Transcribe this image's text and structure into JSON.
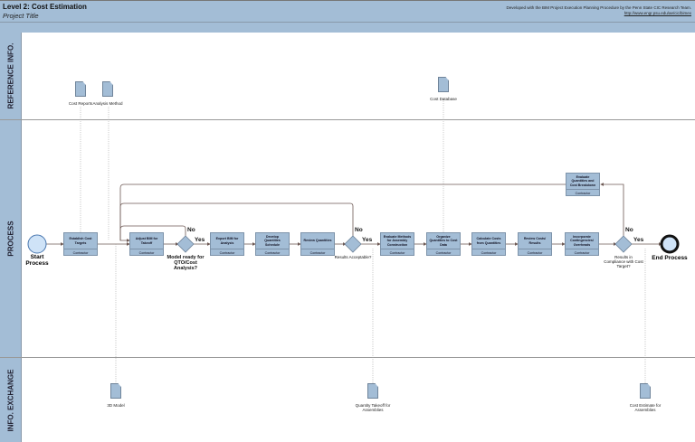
{
  "header": {
    "title": "Level 2: Cost Estimation",
    "subtitle": "Project Title",
    "credit": "Developed with the BIM Project Execution Planning Procedure by the Penn State CIC Research Team.",
    "url": "http://www.engr.psu.edu/ae/cic/bimex"
  },
  "lanes": [
    "REFERENCE INFO.",
    "PROCESS",
    "INFO. EXCHANGE"
  ],
  "start": "Start Process",
  "end": "End Process",
  "role": "Contractor",
  "tasks": [
    "Establish Cost Targets",
    "Adjust BIM for Takeoff",
    "Export BIM for Analysis",
    "Develop Quantities Schedule",
    "Review Quantities",
    "Evaluate Methods for Assembly Construction",
    "Organize Quantities to Cost Data",
    "Calculate Costs from Quantities",
    "Review Costs/ Results",
    "Incorporate Contingencies/ Overheads",
    "Evaluate Quantities and Cost Breakdown"
  ],
  "gateways": [
    "Model ready for QTO/Cost Analysis?",
    "Results Acceptable?",
    "Results in Compliance with Cost Target?"
  ],
  "yes": "Yes",
  "no": "No",
  "reference_docs": [
    "Cost Reports",
    "Analysis Method",
    "Cost Database"
  ],
  "exchange_docs": [
    "3D Model",
    "Quantity Takeoff for Assemblies",
    "Cost Estimate for Assemblies"
  ],
  "colors": {
    "lane": "#a3bdd6",
    "flow": "#6e5a55"
  }
}
